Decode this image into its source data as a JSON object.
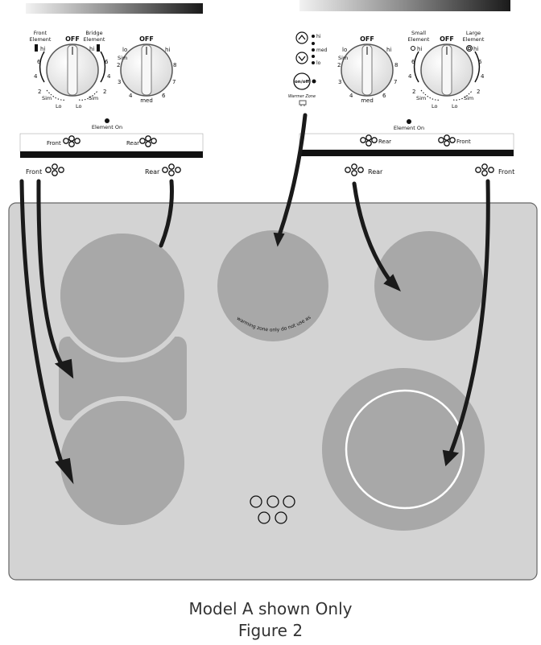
{
  "left_panel": {
    "knob1": {
      "top_label": "OFF",
      "left_caption": [
        "Front",
        "Element"
      ],
      "left_indicator": "hi",
      "right_caption": [
        "Bridge",
        "Element"
      ],
      "right_indicator": "hi",
      "left_nums": [
        "6",
        "4",
        "2"
      ],
      "right_nums": [
        "6",
        "4",
        "2"
      ],
      "bottom_left": [
        "Sim",
        "Lo"
      ],
      "bottom_right": [
        "Lo",
        "Sim"
      ]
    },
    "knob2": {
      "top_label": "OFF",
      "lo": "lo",
      "hi": "hi",
      "sim": "Sim",
      "nums": [
        "2",
        "3",
        "4",
        "8",
        "7",
        "6"
      ],
      "med": "med"
    },
    "element_on": "Element On",
    "strip_front": "Front",
    "strip_rear": "Rear",
    "label_front": "Front",
    "label_rear": "Rear"
  },
  "right_panel": {
    "warmer": {
      "levels": [
        "hi",
        "med",
        "lo"
      ],
      "onoff": "on/off",
      "zone_label": "Warmer Zone"
    },
    "knob3": {
      "top_label": "OFF",
      "lo": "lo",
      "hi": "hi",
      "sim": "Sim",
      "nums": [
        "2",
        "3",
        "4",
        "8",
        "7",
        "6"
      ],
      "med": "med"
    },
    "knob4": {
      "top_label": "OFF",
      "left_caption": [
        "Small",
        "Element"
      ],
      "left_indicator": "hi",
      "right_caption": [
        "Large",
        "Element"
      ],
      "right_indicator": "hi",
      "left_nums": [
        "6",
        "4",
        "2"
      ],
      "right_nums": [
        "6",
        "4",
        "2"
      ],
      "bottom_left": [
        "Sim",
        "Lo"
      ],
      "bottom_right": [
        "Lo",
        "Sim"
      ]
    },
    "element_on": "Element On",
    "strip_rear": "Rear",
    "strip_front": "Front",
    "label_rear": "Rear",
    "label_front": "Front"
  },
  "cooktop": {
    "warmer_zone_text": "warming zone only do not use as burner"
  },
  "caption": {
    "line1": "Model A shown Only",
    "line2": "Figure 2"
  },
  "colors": {
    "surface": "#d3d3d3",
    "element": "#a8a8a8",
    "arrow": "#1a1a1a"
  }
}
